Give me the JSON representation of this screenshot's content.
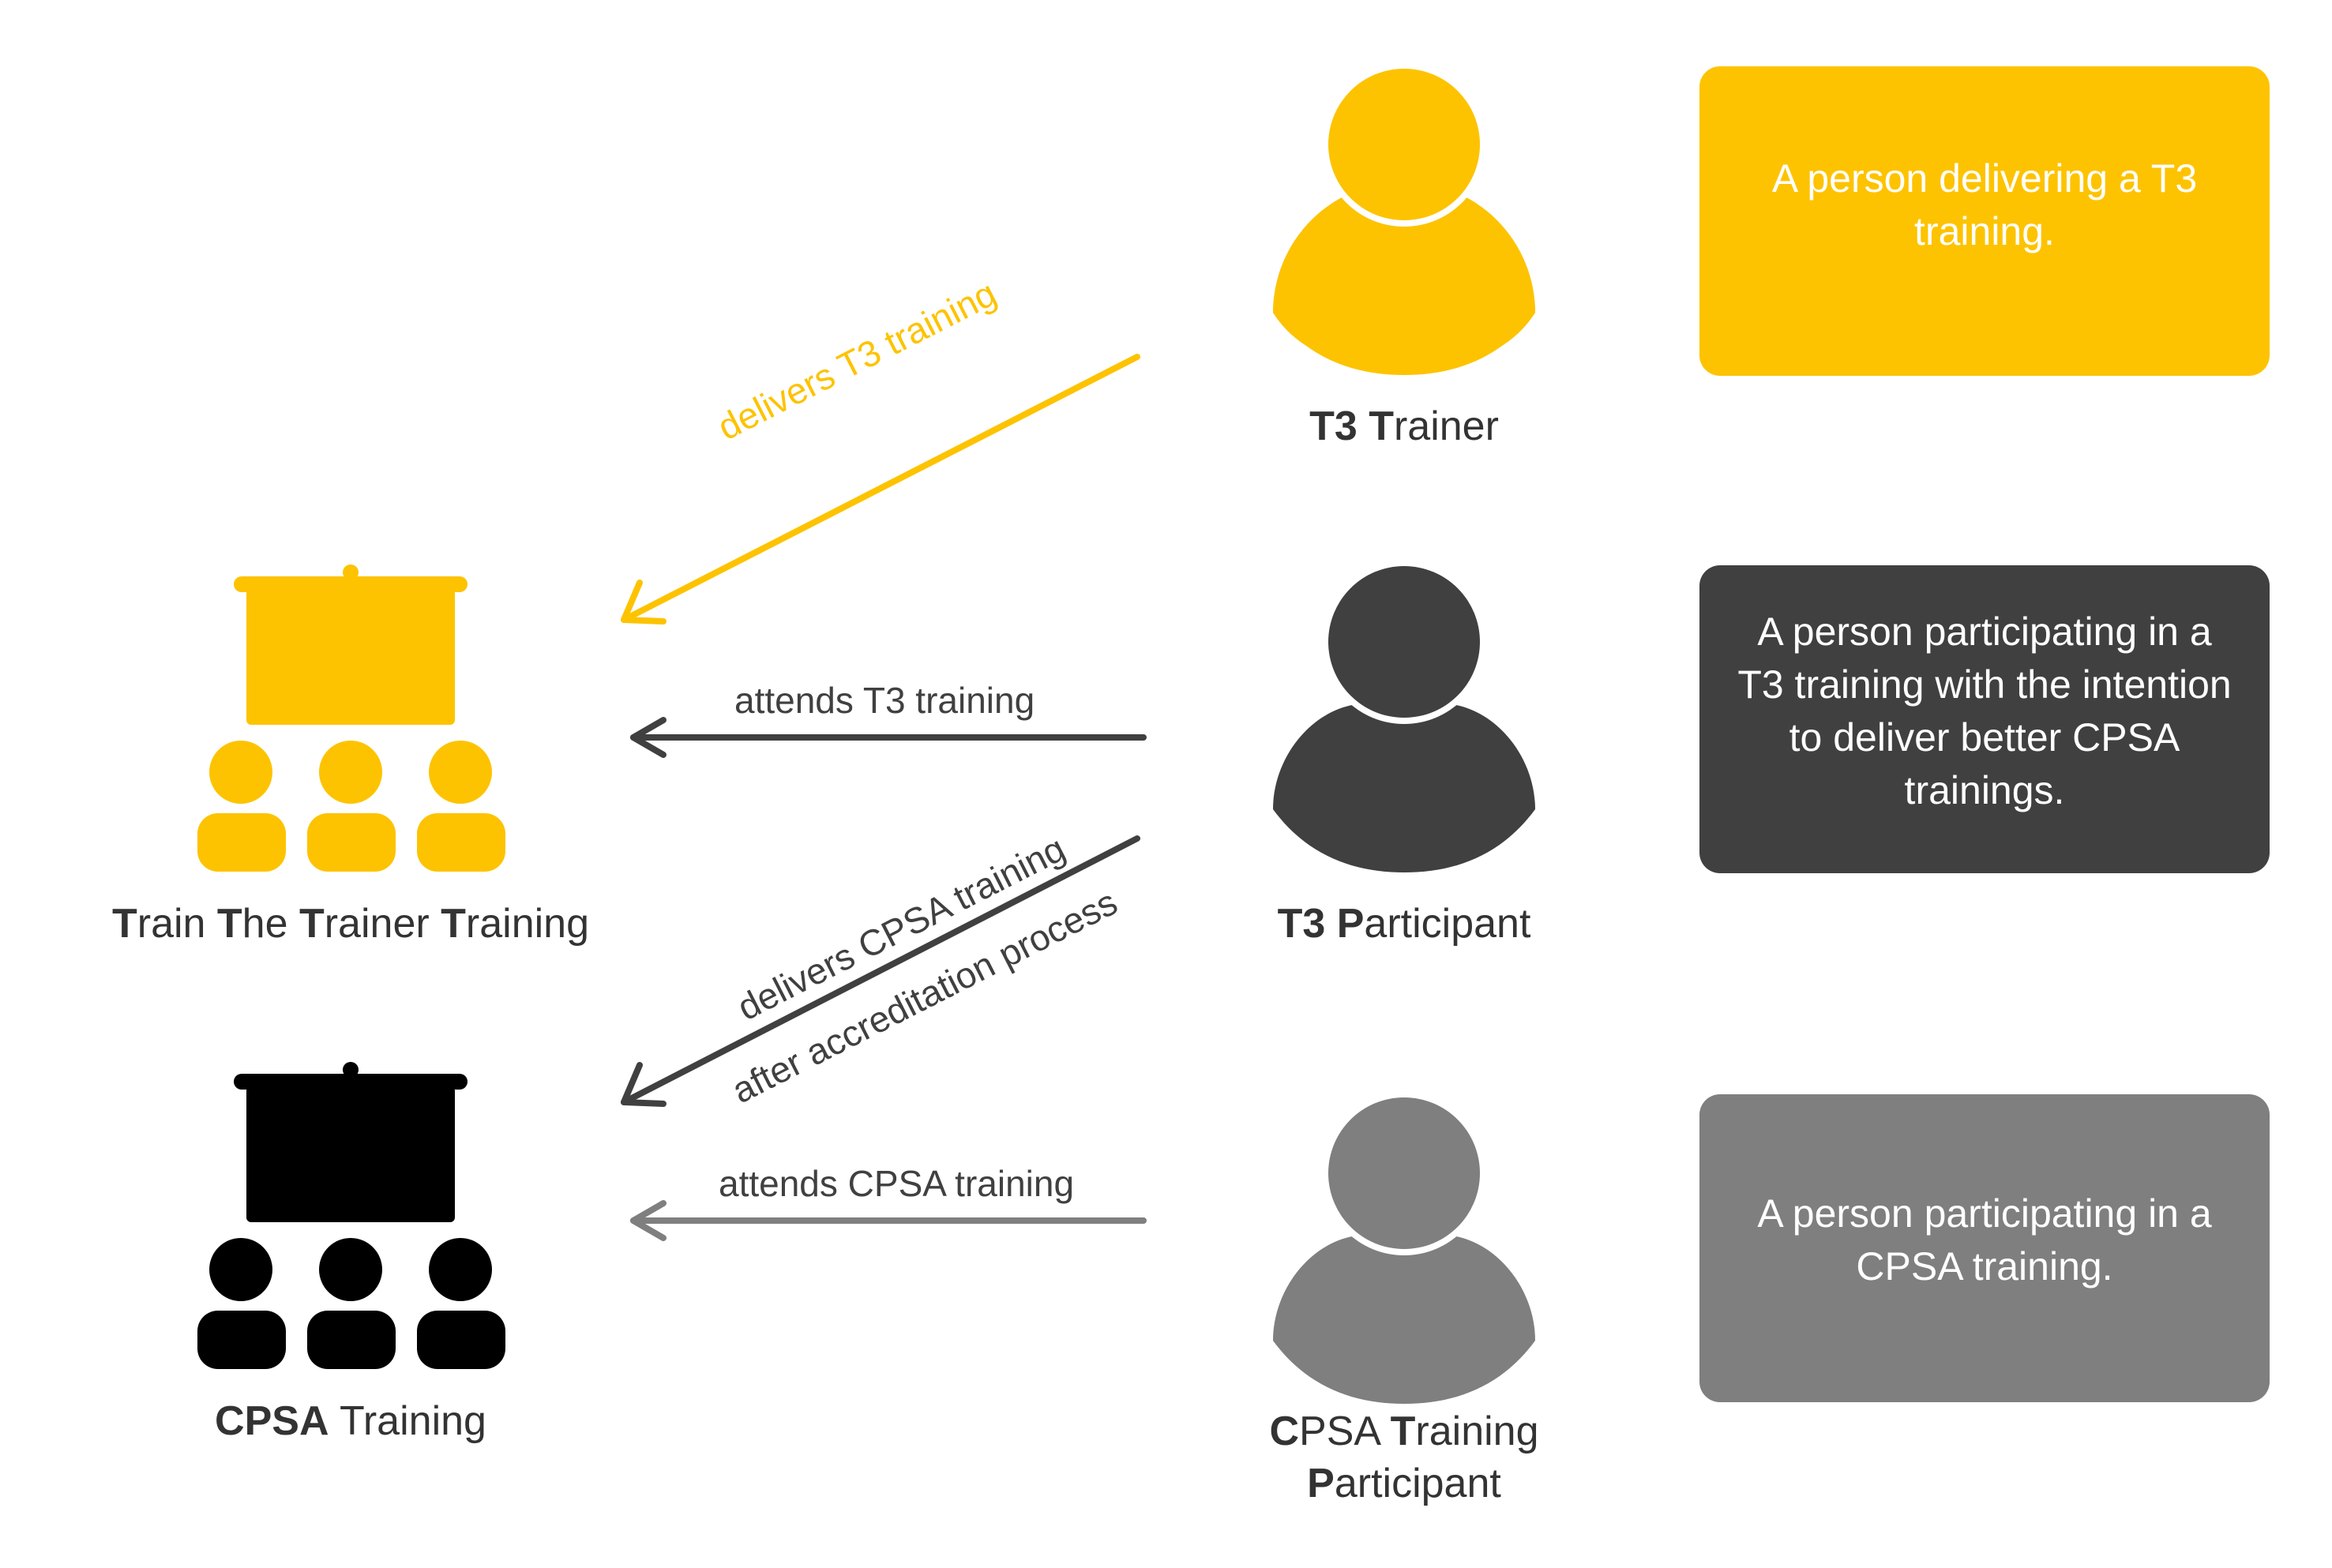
{
  "colors": {
    "yellow": "#FDC300",
    "dark": "#404040",
    "grey": "#7F7F7F",
    "black": "#000000",
    "text": "#333333"
  },
  "trainings": {
    "t3": {
      "icon": "training-group-icon",
      "label_parts": [
        {
          "bold": "T",
          "rest": "rain "
        },
        {
          "bold": "T",
          "rest": "he "
        },
        {
          "bold": "T",
          "rest": "rainer "
        },
        {
          "bold": "T",
          "rest": "raining"
        }
      ]
    },
    "cpsa": {
      "icon": "training-group-icon",
      "label_parts": [
        {
          "bold": "CPSA",
          "rest": " Training"
        }
      ]
    }
  },
  "roles": {
    "trainer": {
      "icon": "person-icon",
      "label_parts": [
        {
          "bold": "T3 ",
          "rest": ""
        },
        {
          "bold": "T",
          "rest": "rainer"
        }
      ],
      "description": "A person delivering a T3 training."
    },
    "participant": {
      "icon": "person-icon",
      "label_parts": [
        {
          "bold": "T3 ",
          "rest": ""
        },
        {
          "bold": "P",
          "rest": "articipant"
        }
      ],
      "description": "A person participating in a T3 training with the intention to deliver better CPSA trainings."
    },
    "cpsa_participant": {
      "icon": "person-icon",
      "label_line1": [
        {
          "bold": "C",
          "rest": "PSA "
        },
        {
          "bold": "T",
          "rest": "raining"
        }
      ],
      "label_line2": [
        {
          "bold": "P",
          "rest": "articipant"
        }
      ],
      "description": "A person participating in a CPSA training."
    }
  },
  "arrows": {
    "delivers_t3": "delivers T3 training",
    "attends_t3": "attends T3 training",
    "delivers_cpsa_line1": "delivers CPSA training",
    "delivers_cpsa_line2": "after accreditation process",
    "attends_cpsa": "attends CPSA training"
  }
}
